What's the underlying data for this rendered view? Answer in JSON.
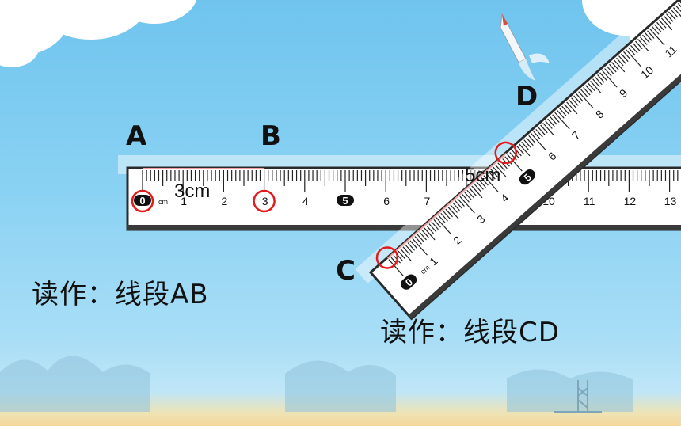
{
  "labels": {
    "A": "A",
    "B": "B",
    "C": "C",
    "D": "D"
  },
  "lengths": {
    "ab": "3cm",
    "cd": "5cm"
  },
  "readings": {
    "ab": "读作：线段AB",
    "cd": "读作：线段CD"
  },
  "ruler": {
    "unit": "cm",
    "max": 13,
    "numbers": [
      "0",
      "1",
      "2",
      "3",
      "4",
      "5",
      "6",
      "7",
      "8",
      "9",
      "10",
      "11",
      "12",
      "13"
    ]
  },
  "segments": {
    "ab": {
      "from": 0,
      "to": 3
    },
    "cd": {
      "from": 0,
      "to": 5
    }
  },
  "colors": {
    "highlight": "#e21b1b",
    "ruler_fill": "#ffffff",
    "ruler_edge": "#2a2a2a",
    "sky": "#8ad2f3"
  }
}
